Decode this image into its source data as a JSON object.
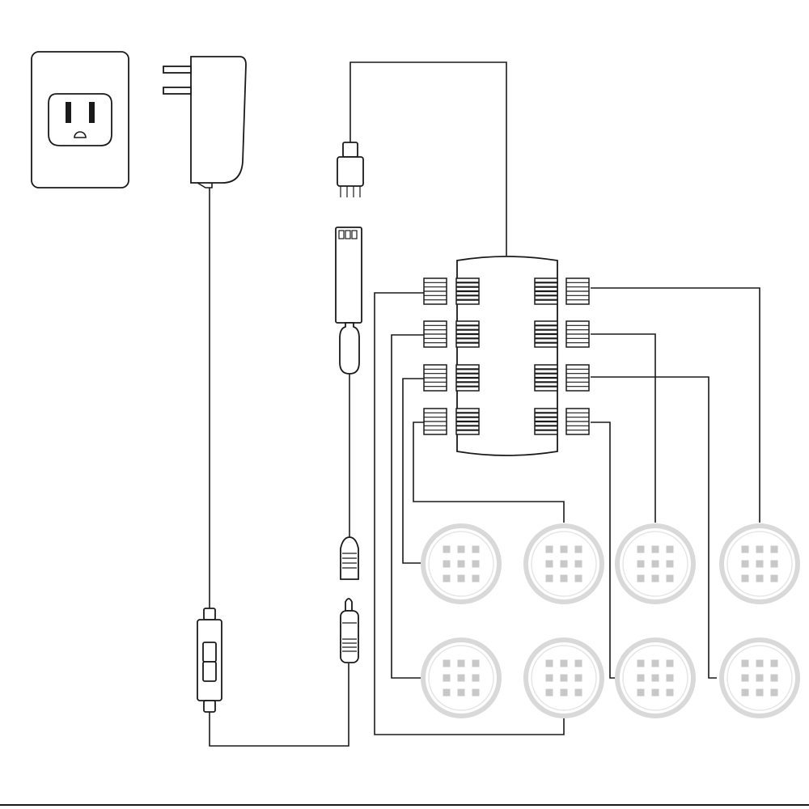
{
  "diagram": {
    "components": [
      {
        "id": "wall-outlet",
        "icon": "power-outlet-icon"
      },
      {
        "id": "power-adapter",
        "icon": "ac-adapter-icon"
      },
      {
        "id": "inline-switch",
        "icon": "rocker-switch-icon"
      },
      {
        "id": "dc-female-jack",
        "icon": "dc-jack-icon"
      },
      {
        "id": "dc-male-plug",
        "icon": "dc-plug-icon"
      },
      {
        "id": "control-module",
        "icon": "controller-icon"
      },
      {
        "id": "four-pin-connector",
        "icon": "pin-connector-icon"
      },
      {
        "id": "distribution-hub",
        "icon": "splitter-hub-icon",
        "ports_per_side": 8
      },
      {
        "id": "puck-lights",
        "icon": "led-puck-light-icon",
        "count": 8,
        "leds_per_light": 9
      }
    ],
    "colors": {
      "line": "#1a1a1a",
      "puck_ring": "#d9d9d9",
      "led": "#c8c8c8",
      "background": "#ffffff"
    }
  }
}
